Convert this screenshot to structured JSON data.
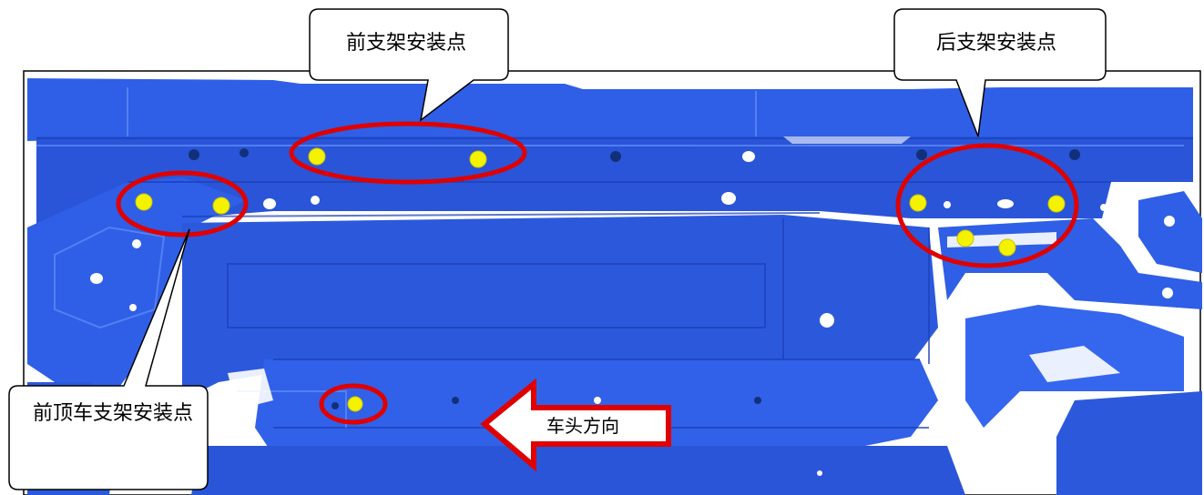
{
  "labels": {
    "front_bracket": "前支架安装点",
    "rear_bracket": "后支架安装点",
    "front_roof_bracket": "前顶车支架安装点",
    "direction": "车头方向"
  },
  "colors": {
    "scan_blue": "#2f5fe6",
    "scan_blue_dark": "#1f45c9",
    "scan_blue_light": "#4a78f2",
    "marker_yellow": "#f5f200",
    "ellipse_red": "#e00000",
    "arrow_red": "#e00000"
  },
  "icons": {
    "callout": "callout-bubble-icon",
    "arrow": "arrow-left-icon",
    "marker": "mounting-point-marker-icon"
  }
}
